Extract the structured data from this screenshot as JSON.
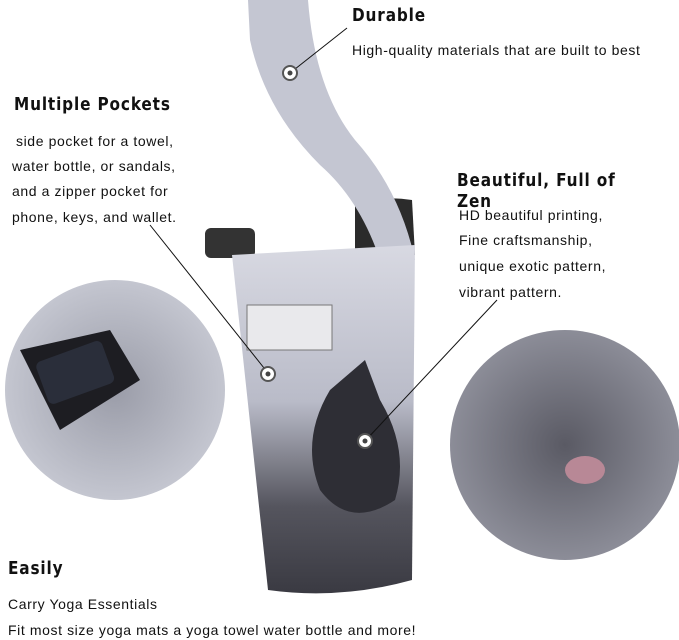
{
  "features": [
    {
      "title": "Durable",
      "lines": [
        "High-quality materials that are built to best"
      ]
    },
    {
      "title": "Multiple  Pockets",
      "lines": [
        "side pocket for a towel,",
        "water bottle, or sandals,",
        "and a zipper pocket for",
        "phone,  keys,  and  wallet."
      ]
    },
    {
      "title": "Beautiful,  Full  of  Zen",
      "lines": [
        "HD beautiful printing,",
        "Fine craftsmanship,",
        "unique exotic pattern,",
        "vibrant pattern."
      ]
    },
    {
      "title": "Easily",
      "lines": [
        "Carry Yoga Essentials",
        "Fit most size yoga mats a yoga towel water bottle and more!"
      ]
    }
  ],
  "colors": {
    "bag_light": "#c9cbd6",
    "bag_dark": "#3f3f47",
    "mat": "#2b2b2b",
    "text": "#111111"
  }
}
